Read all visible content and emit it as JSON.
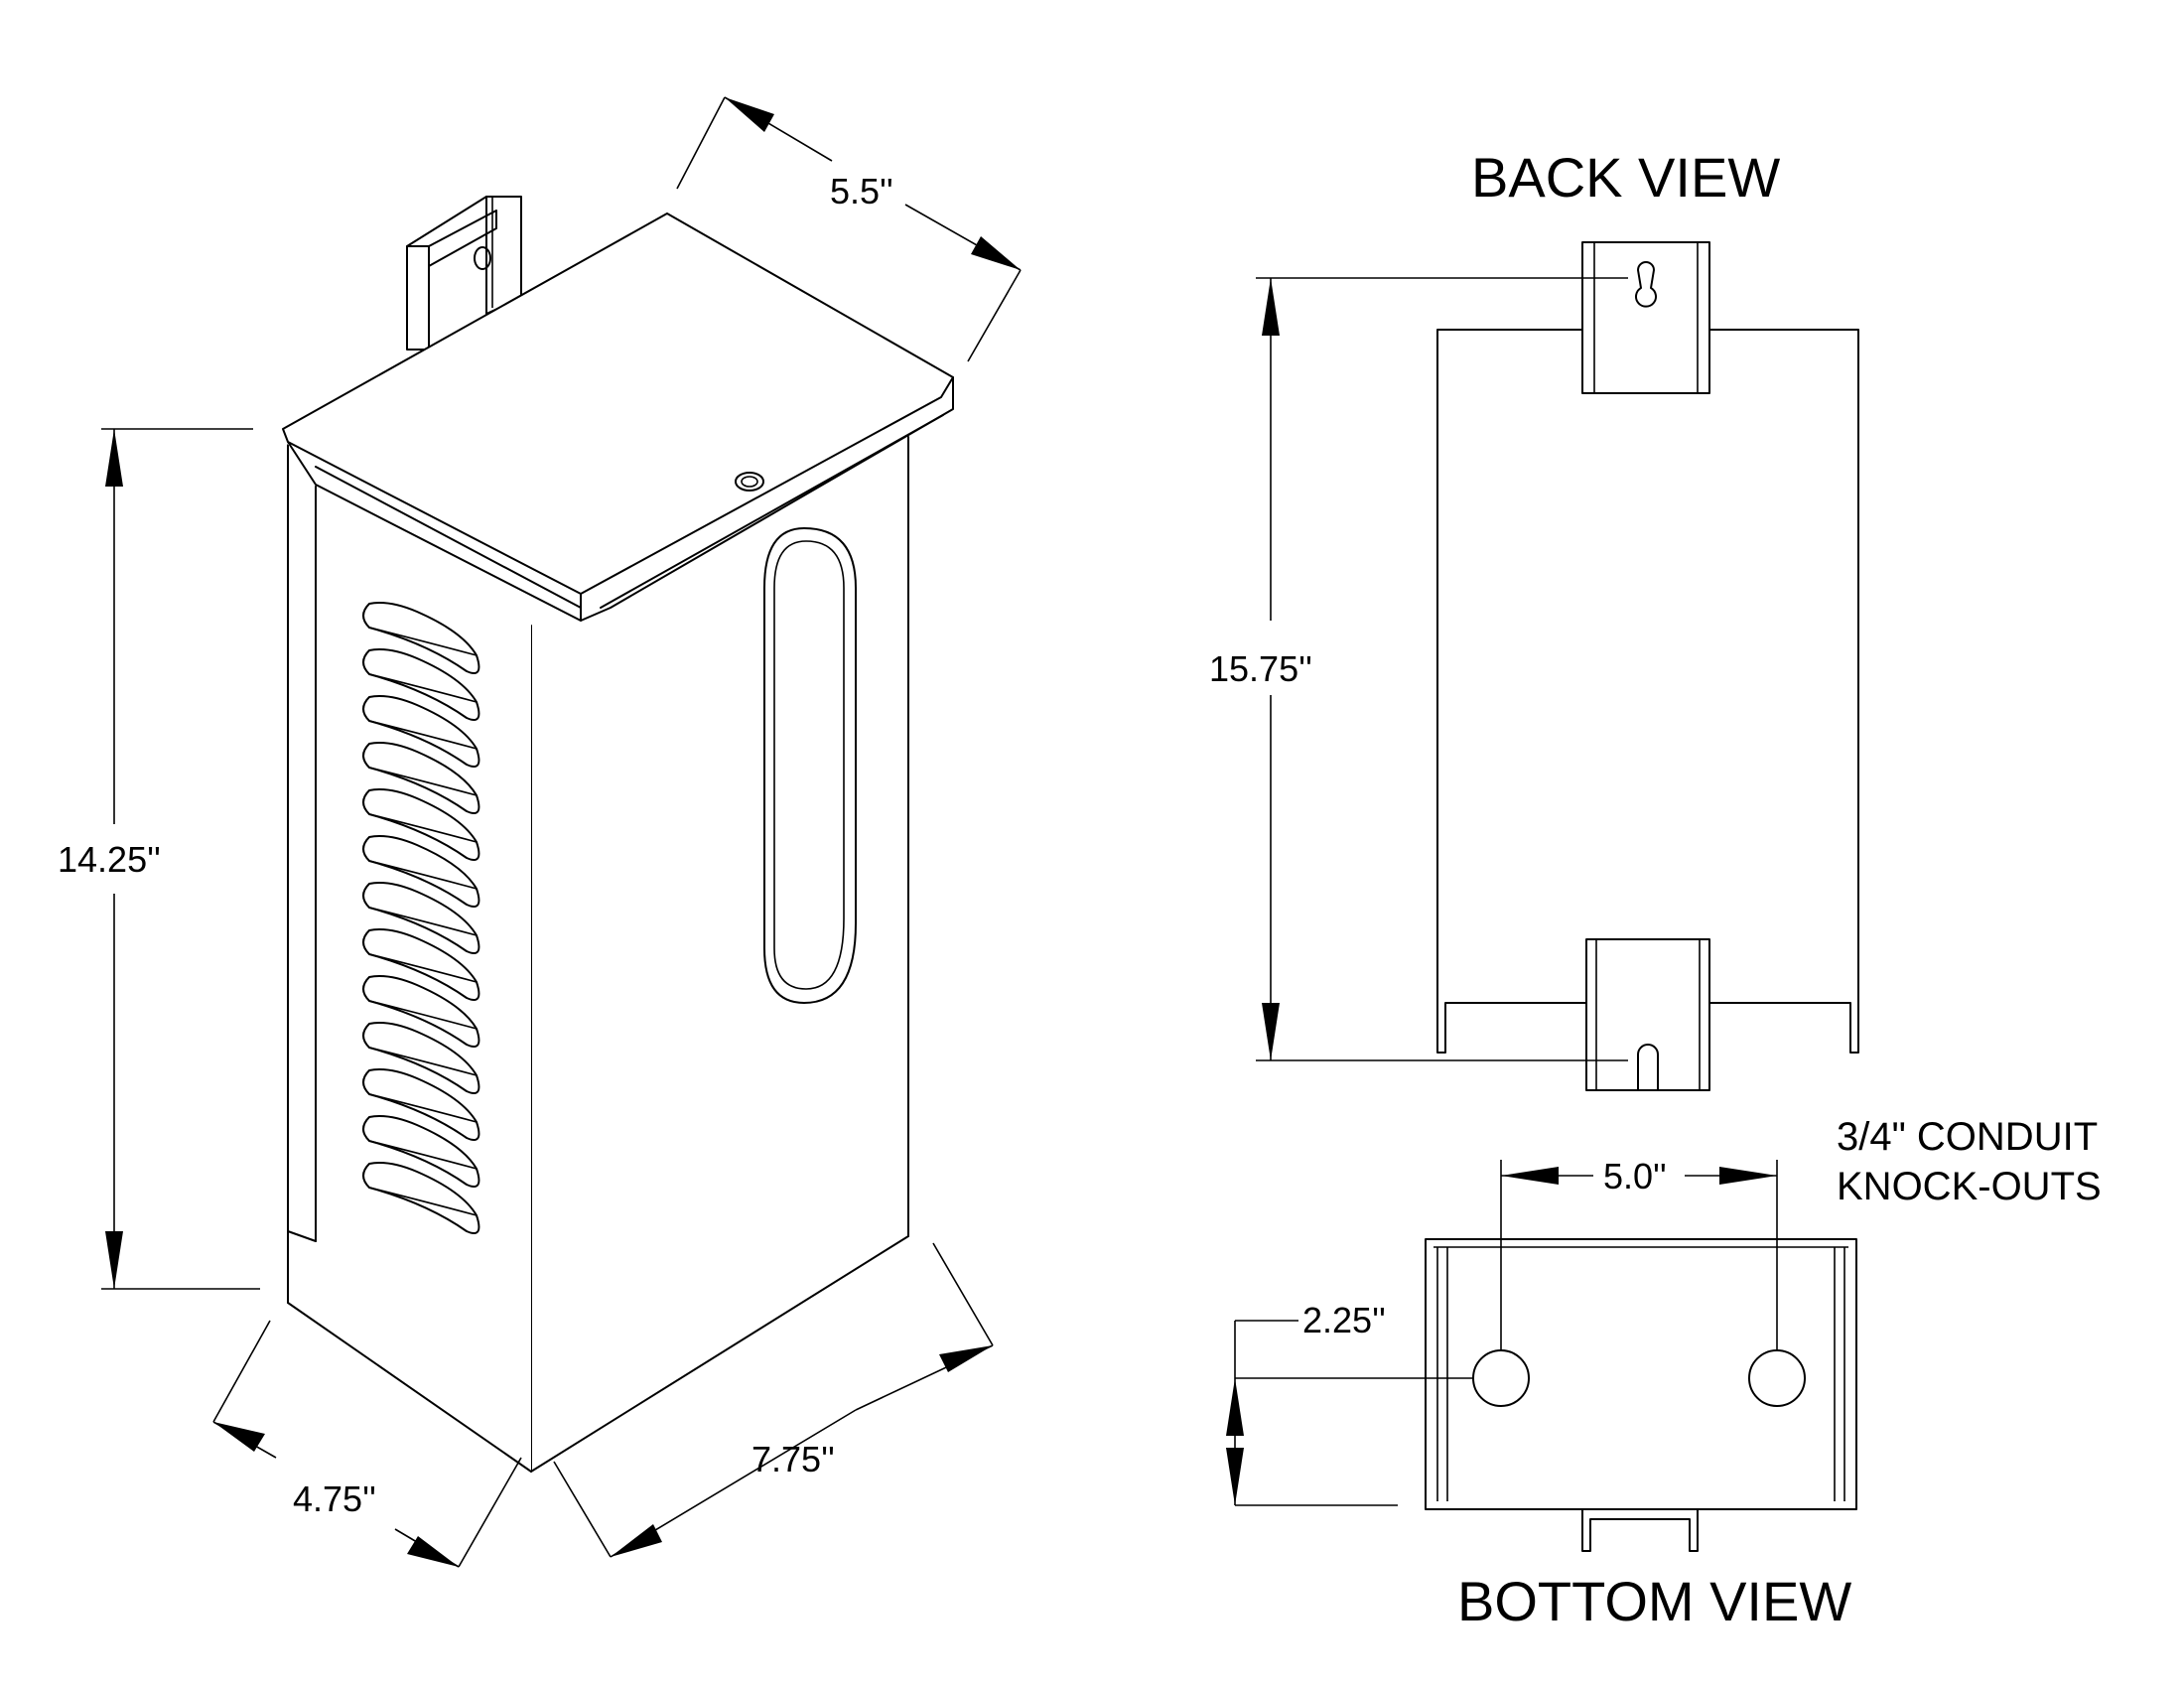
{
  "views": {
    "back_title": "BACK VIEW",
    "bottom_title": "BOTTOM VIEW"
  },
  "dimensions": {
    "iso_width": "5.5''",
    "iso_height": "14.25''",
    "iso_depth": "4.75''",
    "iso_length": "7.75''",
    "back_height": "15.75''",
    "bottom_spacing": "5.0''",
    "bottom_offset": "2.25''"
  },
  "notes": {
    "conduit_line1": "3/4\" CONDUIT",
    "conduit_line2": "KNOCK-OUTS"
  },
  "colors": {
    "line": "#000000",
    "background": "#ffffff"
  }
}
